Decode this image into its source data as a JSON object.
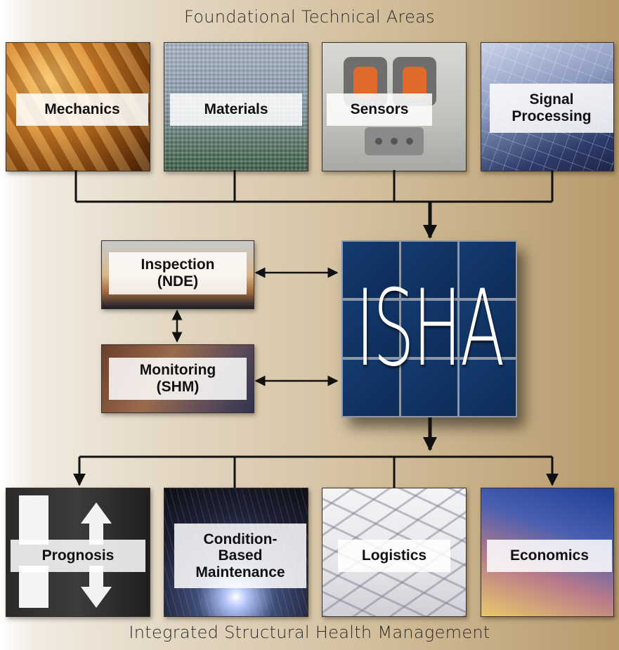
{
  "top_title": "Foundational Technical Areas",
  "bottom_title": "Integrated Structural Health Management",
  "top_tiles": [
    {
      "label": "Mechanics"
    },
    {
      "label": "Materials"
    },
    {
      "label": "Sensors"
    },
    {
      "label": "Signal\nProcessing"
    }
  ],
  "middle_tiles": [
    {
      "label": "Inspection\n(NDE)"
    },
    {
      "label": "Monitoring\n(SHM)"
    }
  ],
  "center": {
    "label": "ISHA"
  },
  "bottom_tiles": [
    {
      "label": "Prognosis"
    },
    {
      "label": "Condition-\nBased\nMaintenance"
    },
    {
      "label": "Logistics"
    },
    {
      "label": "Economics"
    }
  ],
  "colors": {
    "line": "#111111",
    "center_block": "#0f3160"
  }
}
